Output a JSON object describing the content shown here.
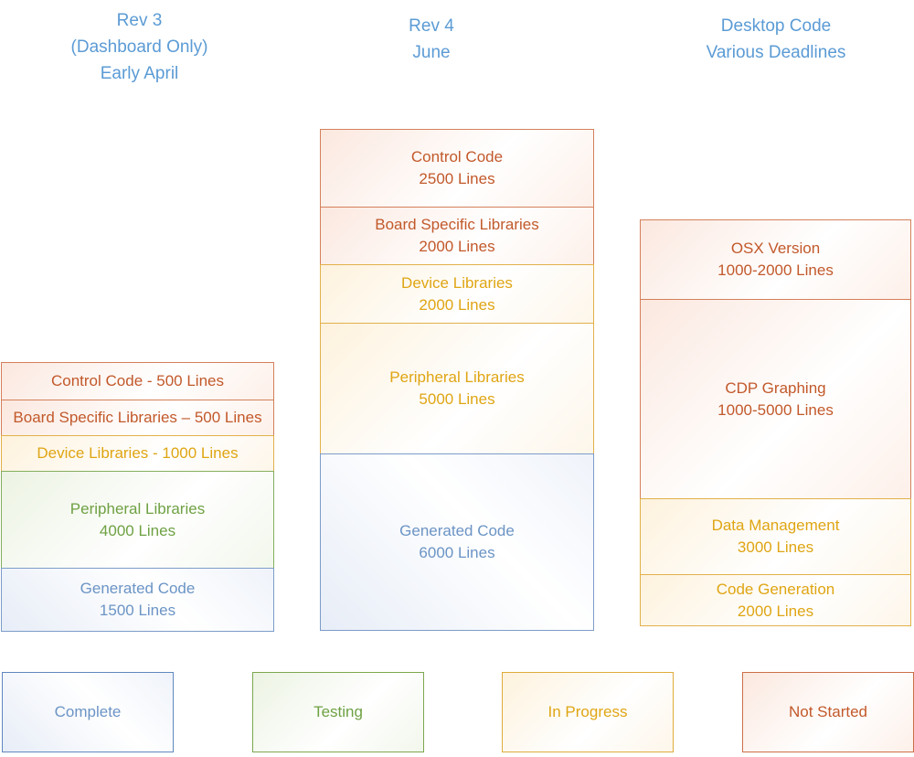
{
  "headers": [
    {
      "lines": [
        "Rev 3",
        "(Dashboard Only)",
        "Early April"
      ]
    },
    {
      "lines": [
        "Rev 4",
        "June"
      ]
    },
    {
      "lines": [
        "Desktop Code",
        "Various Deadlines"
      ]
    }
  ],
  "columns": [
    {
      "name": "Rev 3 (Dashboard Only) Early April",
      "segments": [
        {
          "title": "Control Code - 500 Lines",
          "subtitle": "",
          "status": "not-started"
        },
        {
          "title": "Board Specific Libraries – 500 Lines",
          "subtitle": "",
          "status": "not-started"
        },
        {
          "title": "Device Libraries - 1000 Lines",
          "subtitle": "",
          "status": "in-progress"
        },
        {
          "title": "Peripheral Libraries",
          "subtitle": "4000 Lines",
          "status": "testing"
        },
        {
          "title": "Generated Code",
          "subtitle": "1500 Lines",
          "status": "complete"
        }
      ]
    },
    {
      "name": "Rev 4 June",
      "segments": [
        {
          "title": "Control Code",
          "subtitle": "2500 Lines",
          "status": "not-started"
        },
        {
          "title": "Board Specific Libraries",
          "subtitle": "2000 Lines",
          "status": "not-started"
        },
        {
          "title": "Device Libraries",
          "subtitle": "2000 Lines",
          "status": "in-progress"
        },
        {
          "title": "Peripheral Libraries",
          "subtitle": "5000 Lines",
          "status": "in-progress"
        },
        {
          "title": "Generated Code",
          "subtitle": "6000 Lines",
          "status": "complete"
        }
      ]
    },
    {
      "name": "Desktop Code Various Deadlines",
      "segments": [
        {
          "title": "OSX Version",
          "subtitle": "1000-2000 Lines",
          "status": "not-started"
        },
        {
          "title": "CDP Graphing",
          "subtitle": "1000-5000 Lines",
          "status": "not-started"
        },
        {
          "title": "Data Management",
          "subtitle": "3000 Lines",
          "status": "in-progress"
        },
        {
          "title": "Code Generation",
          "subtitle": "2000 Lines",
          "status": "in-progress"
        }
      ]
    }
  ],
  "legend": {
    "items": [
      {
        "label": "Complete",
        "status": "complete"
      },
      {
        "label": "Testing",
        "status": "testing"
      },
      {
        "label": "In Progress",
        "status": "in-progress"
      },
      {
        "label": "Not Started",
        "status": "not-started"
      }
    ]
  },
  "status_colors": {
    "complete": "#6B94C5",
    "testing": "#6FA143",
    "in_progress": "#DFA513",
    "not_started": "#C2592B",
    "header": "#5B9BD5"
  }
}
